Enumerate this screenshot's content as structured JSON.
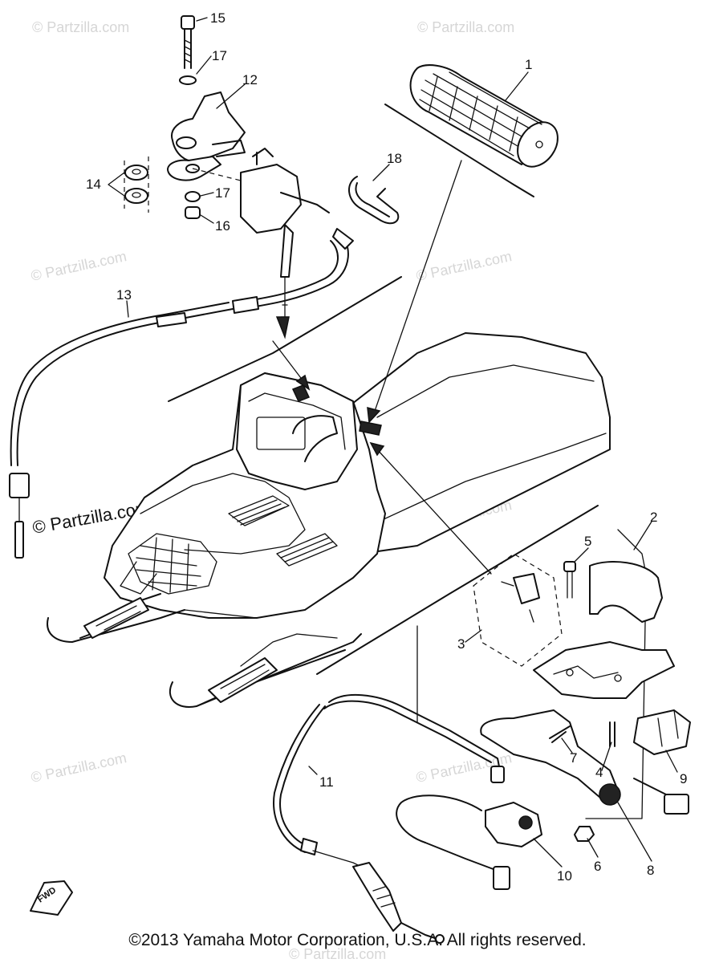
{
  "watermarks": [
    "© Partzilla.com",
    "© Partzilla.com",
    "© Partzilla.com",
    "© Partzilla.com",
    "© Partzilla.com",
    "© Partzilla.com",
    "© Partzilla.com",
    "© Partzilla.com"
  ],
  "watermark_main": "© Partzilla.com",
  "callouts": [
    "1",
    "2",
    "3",
    "4",
    "5",
    "6",
    "7",
    "8",
    "9",
    "10",
    "11",
    "12",
    "13",
    "14",
    "15",
    "16",
    "17",
    "17",
    "18"
  ],
  "fwd_label": "FWD",
  "copyright": "©2013 Yamaha Motor Corporation, U.S.A. All rights reserved."
}
